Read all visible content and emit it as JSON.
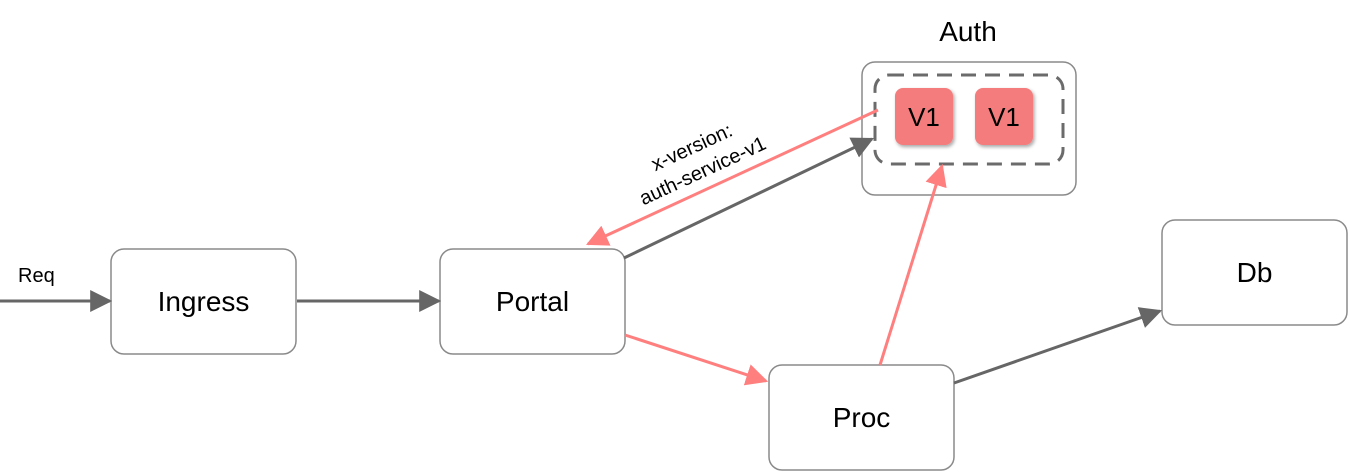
{
  "colors": {
    "node_stroke": "#8a8a8a",
    "flow_gray": "#666666",
    "flow_red": "#ff7f7f",
    "instance_fill": "#f47c7c",
    "dashed_stroke": "#6b6b6b"
  },
  "nodes": {
    "ingress": "Ingress",
    "portal": "Portal",
    "proc": "Proc",
    "db": "Db"
  },
  "auth": {
    "title": "Auth",
    "instances": [
      "V1",
      "V1"
    ]
  },
  "edges": {
    "request_label": "Req",
    "header_label_line1": "x-version:",
    "header_label_line2": "auth-service-v1"
  }
}
